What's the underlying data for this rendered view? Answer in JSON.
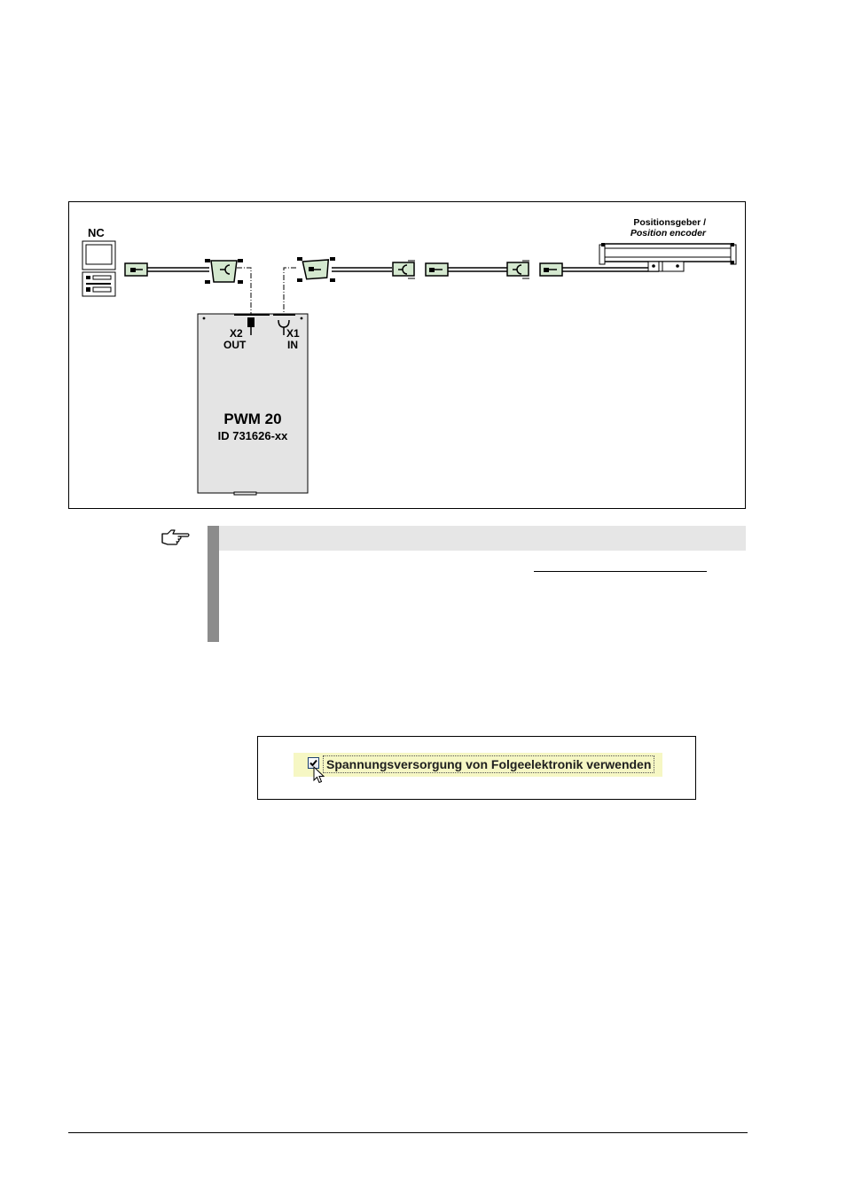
{
  "diagram": {
    "nc_label": "NC",
    "encoder_label_de": "Positionsgeber /",
    "encoder_label_en": "Position encoder",
    "x2_label": "X2",
    "out_label": "OUT",
    "x1_label": "X1",
    "in_label": "IN",
    "device_name": "PWM 20",
    "device_id": "ID 731626-xx",
    "colors": {
      "connector_fill": "#d4e8cf",
      "device_fill": "#e4e4e4"
    }
  },
  "note": {
    "icon": "pointing-hand-icon",
    "bar_color": "#8c8c8c",
    "header_color": "#e6e6e6"
  },
  "screenshot": {
    "checkbox_checked": true,
    "checkbox_label": "Spannungsversorgung von Folgeelektronik verwenden",
    "highlight_color": "#f6f7c4",
    "cursor_icon": "mouse-pointer-icon"
  }
}
